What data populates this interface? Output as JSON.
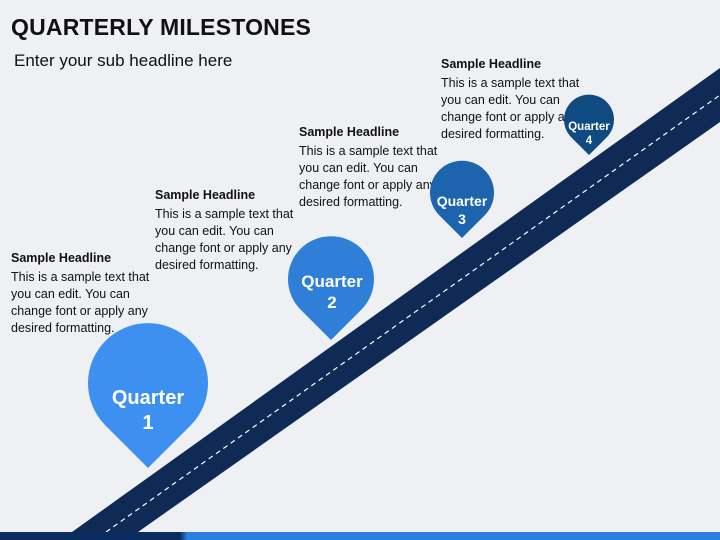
{
  "page": {
    "title": "QUARTERLY MILESTONES",
    "subtitle": "Enter your sub headline here"
  },
  "colors": {
    "road": "#0e2a55",
    "q1": "#3d8ff0",
    "q2": "#2f7fd8",
    "q3": "#1d63ad",
    "q4": "#0f4a80",
    "bar_left": "#0b2c5f",
    "bar_right": "#2b7fe0"
  },
  "milestones": [
    {
      "headline": "Sample Headline",
      "body": "This is a sample text that you can edit. You can change font or apply any desired formatting.",
      "label_word": "Quarter",
      "label_number": "1",
      "icon": "map-pin-icon"
    },
    {
      "headline": "Sample Headline",
      "body": "This is a sample text that you can edit. You can change font or apply any desired formatting.",
      "label_word": "Quarter",
      "label_number": "2",
      "icon": "map-pin-icon"
    },
    {
      "headline": "Sample Headline",
      "body": "This is a sample text that you can edit. You can change font or apply any desired formatting.",
      "label_word": "Quarter",
      "label_number": "3",
      "icon": "map-pin-icon"
    },
    {
      "headline": "Sample Headline",
      "body": "This is a sample text that you can edit. You can change font or apply any desired formatting.",
      "label_word": "Quarter",
      "label_number": "4",
      "icon": "map-pin-icon"
    }
  ]
}
